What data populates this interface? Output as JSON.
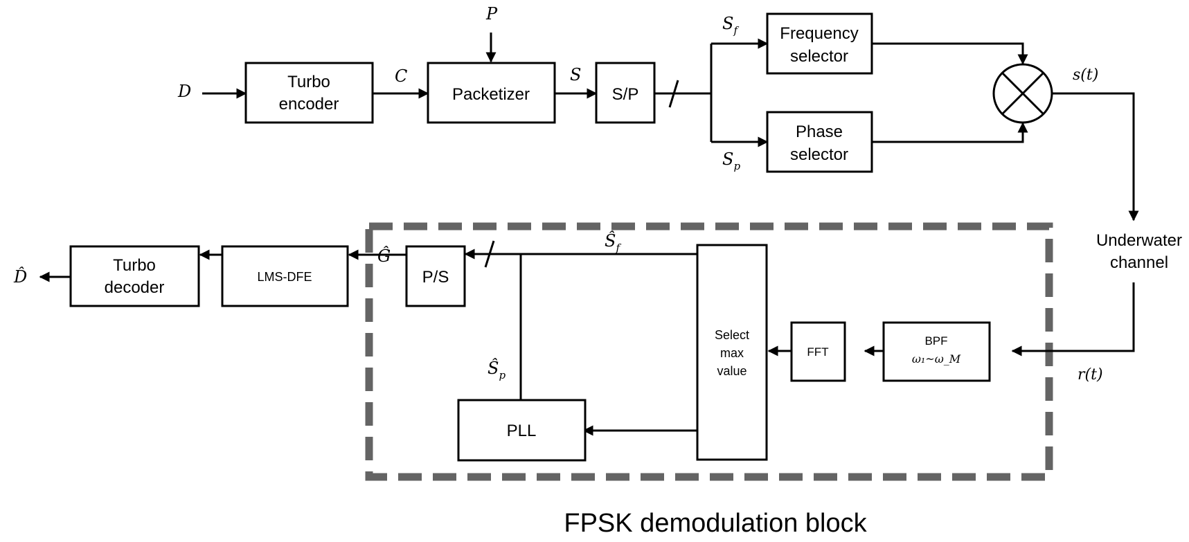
{
  "diagram": {
    "colors": {
      "stroke": "#000000",
      "dashed_border": "#646464",
      "background": "#ffffff"
    },
    "signals": {
      "D": "D",
      "C": "C",
      "P": "P",
      "S": "S",
      "Sf": "S",
      "Sf_sub": "f",
      "Sp": "S",
      "Sp_sub": "p",
      "st": "s(t)",
      "rt": "r(t)",
      "G_hat": "Ĝ",
      "Sf_hat": "Ŝ",
      "Sf_hat_sub": "f",
      "Sp_hat": "Ŝ",
      "Sp_hat_sub": "p",
      "D_hat": "D̂"
    },
    "blocks": {
      "turbo_encoder": [
        "Turbo",
        "encoder"
      ],
      "packetizer": "Packetizer",
      "sp": "S/P",
      "freq_selector": [
        "Frequency",
        "selector"
      ],
      "phase_selector": [
        "Phase",
        "selector"
      ],
      "channel": [
        "Underwater",
        "channel"
      ],
      "bpf": "BPF",
      "bpf_range": "ω₁~ω_M",
      "fft": "FFT",
      "select_max": [
        "Select",
        "max",
        "value"
      ],
      "pll": "PLL",
      "ps": "P/S",
      "lmsdfe": "LMS-DFE",
      "turbo_decoder": [
        "Turbo",
        "decoder"
      ]
    },
    "caption": "FPSK demodulation block"
  }
}
